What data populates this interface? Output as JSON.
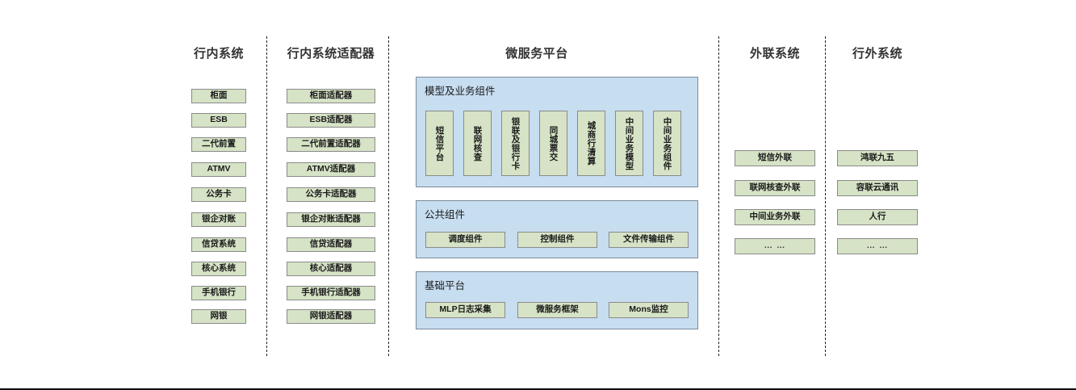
{
  "diagram": {
    "columns": {
      "internal_systems": {
        "title": "行内系统",
        "items": [
          {
            "label": "柜面"
          },
          {
            "label": "ESB"
          },
          {
            "label": "二代前置"
          },
          {
            "label": "ATMV"
          },
          {
            "label": "公务卡"
          },
          {
            "label": "银企对账"
          },
          {
            "label": "信贷系统"
          },
          {
            "label": "核心系统"
          },
          {
            "label": "手机银行"
          },
          {
            "label": "网银"
          }
        ]
      },
      "internal_adapters": {
        "title": "行内系统适配器",
        "items": [
          {
            "label": "柜面适配器"
          },
          {
            "label": "ESB适配器"
          },
          {
            "label": "二代前置适配器"
          },
          {
            "label": "ATMV适配器"
          },
          {
            "label": "公务卡适配器"
          },
          {
            "label": "银企对账适配器"
          },
          {
            "label": "信贷适配器"
          },
          {
            "label": "核心适配器"
          },
          {
            "label": "手机银行适配器"
          },
          {
            "label": "网银适配器"
          }
        ]
      },
      "microservice_platform": {
        "title": "微服务平台",
        "groups": [
          {
            "label": "模型及业务组件",
            "orientation": "vertical",
            "items": [
              {
                "label": "短信平台"
              },
              {
                "label": "联网核查"
              },
              {
                "label": "银联及银行卡"
              },
              {
                "label": "同城票交"
              },
              {
                "label": "城商行清算"
              },
              {
                "label": "中间业务模型"
              },
              {
                "label": "中间业务组件"
              }
            ]
          },
          {
            "label": "公共组件",
            "orientation": "horizontal",
            "items": [
              {
                "label": "调度组件"
              },
              {
                "label": "控制组件"
              },
              {
                "label": "文件传输组件"
              }
            ]
          },
          {
            "label": "基础平台",
            "orientation": "horizontal",
            "items": [
              {
                "label": "MLP日志采集"
              },
              {
                "label": "微服务框架"
              },
              {
                "label": "Mons监控"
              }
            ]
          }
        ]
      },
      "external_link_systems": {
        "title": "外联系统",
        "items": [
          {
            "label": "短信外联"
          },
          {
            "label": "联网核查外联"
          },
          {
            "label": "中间业务外联"
          },
          {
            "label": "… …"
          }
        ]
      },
      "outside_bank_systems": {
        "title": "行外系统",
        "items": [
          {
            "label": "鸿联九五"
          },
          {
            "label": "容联云通讯"
          },
          {
            "label": "人行"
          },
          {
            "label": "… …"
          }
        ]
      }
    },
    "colors": {
      "leaf_box_fill": "#d6e3c6",
      "leaf_box_border": "#8a8a8a",
      "group_panel_fill": "#c7ddf0",
      "group_panel_border": "#7b8a99",
      "title_text": "#333333",
      "background": "#ffffff"
    }
  }
}
